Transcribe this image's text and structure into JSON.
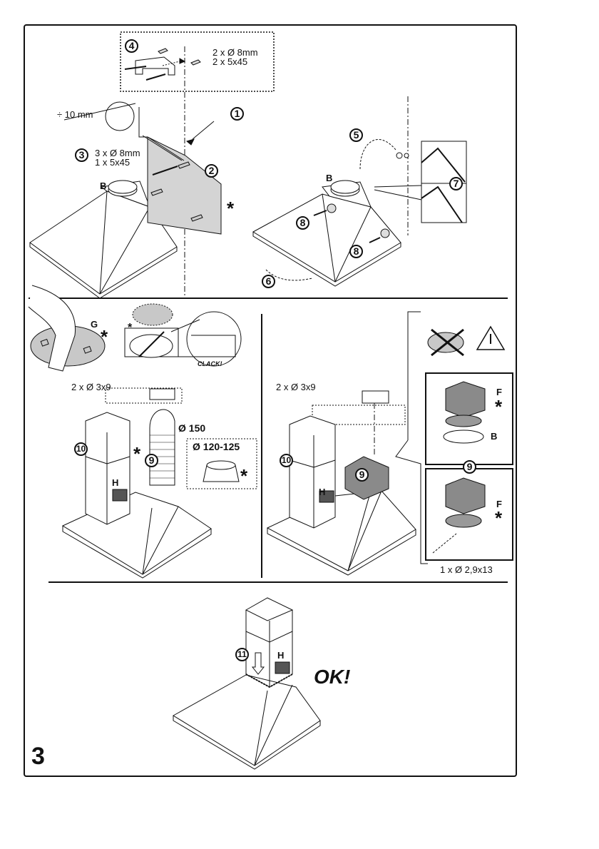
{
  "page": {
    "page_number": "3",
    "ok_text": "OK!"
  },
  "steps": {
    "s1": "1",
    "s2": "2",
    "s3": "3",
    "s4": "4",
    "s5": "5",
    "s6": "6",
    "s7": "7",
    "s8a": "8",
    "s8b": "8",
    "s9a": "9",
    "s9b": "9",
    "s9c": "9",
    "s10a": "10",
    "s10b": "10",
    "s11": "11"
  },
  "specs": {
    "step4_line1": "2 x Ø 8mm",
    "step4_line2": "2 x 5x45",
    "step3_line1": "3 x Ø 8mm",
    "step3_line2": "1 x 5x45",
    "distance": "÷ 10 mm",
    "screws_left": "2 x Ø 3x9",
    "screws_right": "2 x Ø 3x9",
    "duct_diameter": "Ø 150",
    "adapter_diameter": "Ø 120-125",
    "filter_screw": "1 x Ø 2,9x13"
  },
  "part_labels": {
    "b_top_left": "B",
    "b_top_right": "B",
    "b_filter": "B",
    "g": "G",
    "h_left": "H",
    "h_mid": "H",
    "h_bottom": "H",
    "f_top": "F",
    "f_bottom": "F",
    "clack": "CLACK!",
    "optional_mark": "*"
  },
  "icons": {
    "warning": "warning-triangle-icon",
    "prohibited": "crossed-out-filter-icon"
  }
}
